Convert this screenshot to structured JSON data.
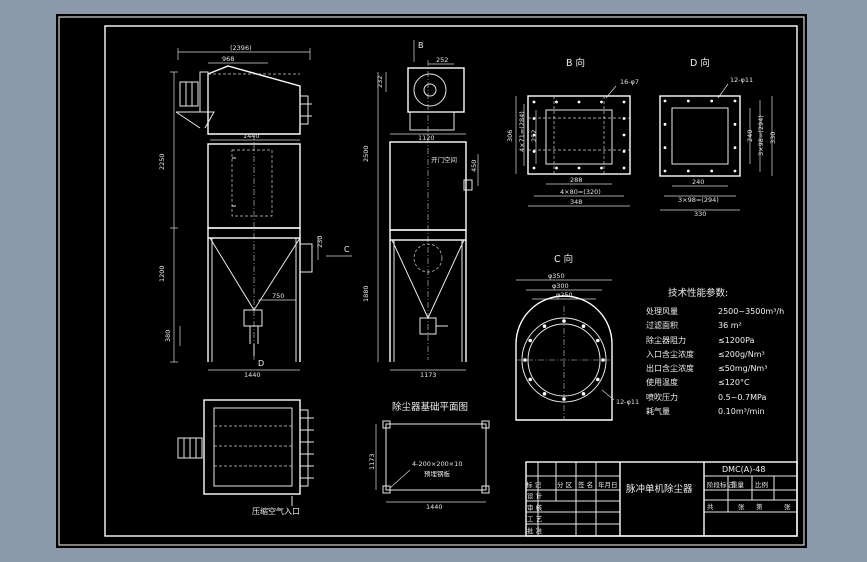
{
  "colors": {
    "background": "#8c99ab",
    "paper": "#000000",
    "lines": "#ffffff"
  },
  "front_view": {
    "dim_total_width": "(2396)",
    "dim_top": "968",
    "dim_width_upper": "1440",
    "dim_width_lower": "1440",
    "dim_height_upper": "2250",
    "dim_height_lower": "1200",
    "dim_bottom": "380",
    "dim_outlet": "750",
    "dim_flange": "230",
    "label_c": "C",
    "label_d": "D"
  },
  "side_view": {
    "label_b": "B",
    "dim_outlet_width": "252",
    "dim_outlet_height": "232",
    "dim_upper_width": "1120",
    "dim_height_upper": "2500",
    "dim_height_lower": "1880",
    "dim_bottom_width": "1173",
    "dim_door": "450",
    "door_label": "开门空间"
  },
  "view_b": {
    "title": "B 向",
    "holes": "16-φ7",
    "dim_inner_w": "288",
    "dim_pitch_w": "4×80=(320)",
    "dim_outer_w": "348",
    "dim_outer_h": "306",
    "dim_pitch_h": "4×71=(284)",
    "dim_inner_h": "252"
  },
  "view_d": {
    "title": "D 向",
    "holes": "12-φ11",
    "dim_inner_w": "240",
    "dim_pitch_w": "3×98=(294)",
    "dim_outer_w": "330",
    "dim_inner_h": "240",
    "dim_pitch_h": "3×98=(294)",
    "dim_outer_h": "330"
  },
  "view_c": {
    "title": "C 向",
    "dim_outer": "φ350",
    "dim_pitch": "φ300",
    "dim_inner": "φ250",
    "holes": "12-φ11"
  },
  "specs": {
    "title": "技术性能参数:",
    "rows": [
      {
        "label": "处理风量",
        "value": "2500~3500m³/h"
      },
      {
        "label": "过滤面积",
        "value": "36 m²"
      },
      {
        "label": "除尘器阻力",
        "value": "≤1200Pa"
      },
      {
        "label": "入口含尘浓度",
        "value": "≤200g/Nm³"
      },
      {
        "label": "出口含尘浓度",
        "value": "≤50mg/Nm³"
      },
      {
        "label": "使用温度",
        "value": "≤120°C"
      },
      {
        "label": "喷吹压力",
        "value": "0.5~0.7MPa"
      },
      {
        "label": "耗气量",
        "value": "0.10m³/min"
      }
    ]
  },
  "foundation": {
    "title": "除尘器基础平面图",
    "dim_height": "1173",
    "dim_width": "1440",
    "plate": "4-200×200×10",
    "plate_note": "预埋钢板"
  },
  "plan_view": {
    "air_inlet": "压缩空气入口"
  },
  "title_block": {
    "drawing_no": "DMC(A)-48",
    "name": "脉冲单机除尘器",
    "row_labels": [
      "标 记",
      "设 计",
      "审 核",
      "工 艺",
      "批 准"
    ],
    "header_cells": [
      "分 区",
      "签 名",
      "年月日"
    ],
    "right_cells": [
      "阶段标记",
      "重量",
      "比例"
    ],
    "sheet_cells": [
      "共",
      "张",
      "第",
      "张"
    ]
  }
}
